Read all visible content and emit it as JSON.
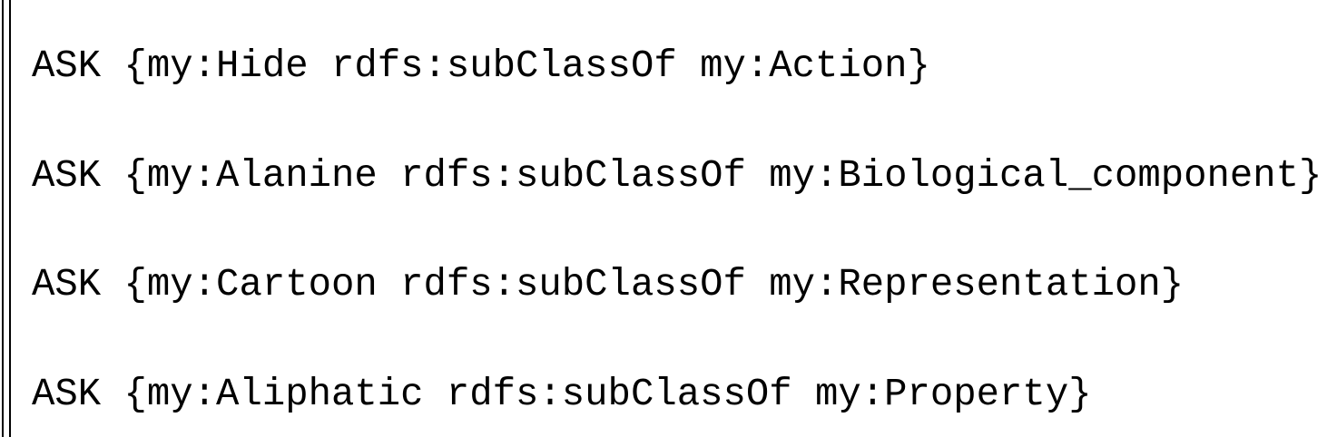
{
  "queries": [
    "ASK {my:Hide rdfs:subClassOf my:Action}",
    "ASK {my:Alanine rdfs:subClassOf my:Biological_component}",
    "ASK {my:Cartoon rdfs:subClassOf my:Representation}",
    "ASK {my:Aliphatic rdfs:subClassOf my:Property}"
  ]
}
